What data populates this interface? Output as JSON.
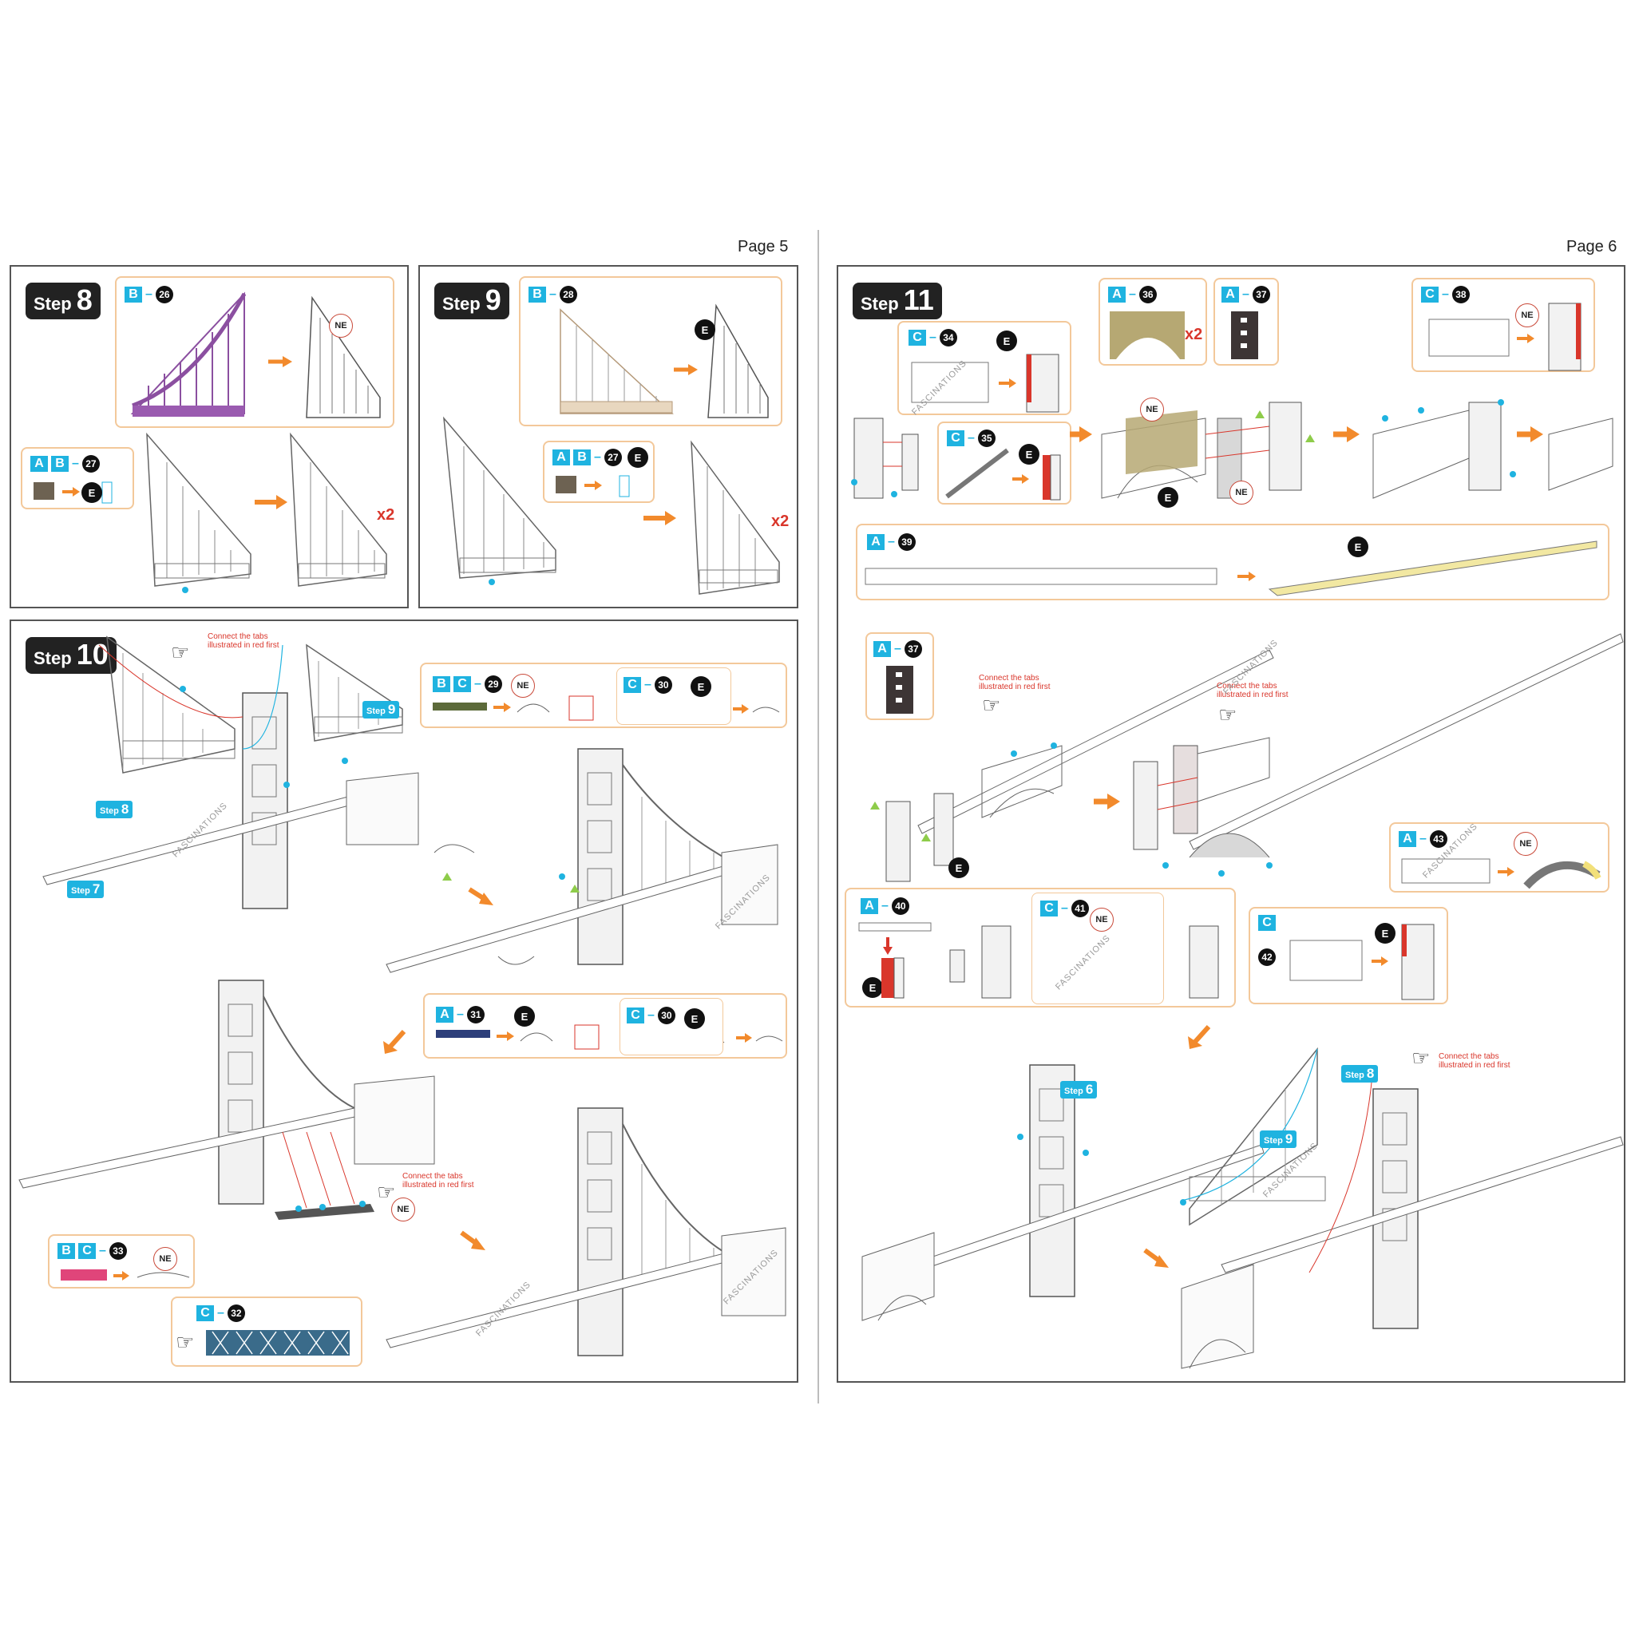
{
  "pages": {
    "left": "Page 5",
    "right": "Page 6"
  },
  "step_word": "Step",
  "steps": {
    "s8": {
      "number": "8",
      "x2": "x2"
    },
    "s9": {
      "number": "9",
      "x2": "x2"
    },
    "s10": {
      "number": "10"
    },
    "s11": {
      "number": "11",
      "x2": "x2"
    }
  },
  "parts": {
    "B26": {
      "letters": [
        "B"
      ],
      "num": "26"
    },
    "AB27": {
      "letters": [
        "A",
        "B"
      ],
      "num": "27"
    },
    "B28": {
      "letters": [
        "B"
      ],
      "num": "28"
    },
    "BC29": {
      "letters": [
        "B",
        "C"
      ],
      "num": "29"
    },
    "C30": {
      "letters": [
        "C"
      ],
      "num": "30"
    },
    "A31": {
      "letters": [
        "A"
      ],
      "num": "31"
    },
    "C32": {
      "letters": [
        "C"
      ],
      "num": "32"
    },
    "BC33": {
      "letters": [
        "B",
        "C"
      ],
      "num": "33"
    },
    "C34": {
      "letters": [
        "C"
      ],
      "num": "34"
    },
    "C35": {
      "letters": [
        "C"
      ],
      "num": "35"
    },
    "A36": {
      "letters": [
        "A"
      ],
      "num": "36"
    },
    "A37": {
      "letters": [
        "A"
      ],
      "num": "37"
    },
    "C38": {
      "letters": [
        "C"
      ],
      "num": "38"
    },
    "A39": {
      "letters": [
        "A"
      ],
      "num": "39"
    },
    "A40": {
      "letters": [
        "A"
      ],
      "num": "40"
    },
    "C41": {
      "letters": [
        "C"
      ],
      "num": "41"
    },
    "C42": {
      "letters": [
        "C"
      ],
      "num": "42"
    },
    "A43": {
      "letters": [
        "A"
      ],
      "num": "43"
    }
  },
  "marks": {
    "e": "E",
    "ne": "NE"
  },
  "notes": {
    "connect_tabs": "Connect the tabs illustrated in red first"
  },
  "refs": {
    "step7": "7",
    "step8": "8",
    "step9": "9",
    "step6": "6"
  },
  "watermark": "FASCINATIONS",
  "colors": {
    "accent": "#1fb3e0",
    "arrow": "#f28a2c",
    "red": "#d9362b",
    "inset_border": "#f3c89a"
  }
}
